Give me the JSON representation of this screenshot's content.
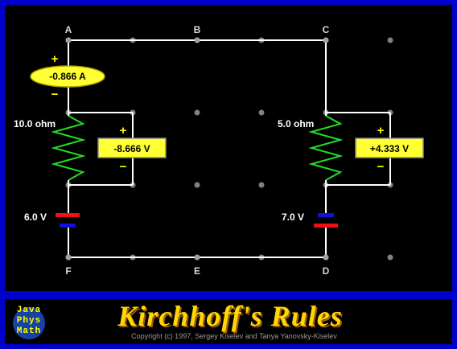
{
  "window": {
    "background_color": "#0000cc",
    "board_color": "#000000"
  },
  "circuit": {
    "nodes": [
      "A",
      "B",
      "C",
      "D",
      "E",
      "F"
    ],
    "ammeter": {
      "reading": "-0.866 A",
      "plus": "+",
      "minus": "−"
    },
    "left_resistor": {
      "label": "10.0 ohm"
    },
    "right_resistor": {
      "label": "5.0 ohm"
    },
    "left_voltmeter": {
      "reading": "-8.666 V",
      "plus": "+",
      "minus": "−"
    },
    "right_voltmeter": {
      "reading": "+4.333 V",
      "plus": "+",
      "minus": "−"
    },
    "left_battery": {
      "label": "6.0 V"
    },
    "right_battery": {
      "label": "7.0 V"
    },
    "colors": {
      "wire": "#ffffff",
      "resistor": "#22dd22",
      "meter": "#ffff33",
      "battery_positive": "#ee1111",
      "battery_negative": "#1111dd",
      "grid_dot": "#808080"
    }
  },
  "banner": {
    "logo": {
      "line1": "Java",
      "line2": "Phys",
      "line3": "Math"
    },
    "title": "Kirchhoff's Rules",
    "copyright": "Copyright (c) 1997, Sergey Kiselev and Tanya Yanovsky-Kiselev"
  }
}
